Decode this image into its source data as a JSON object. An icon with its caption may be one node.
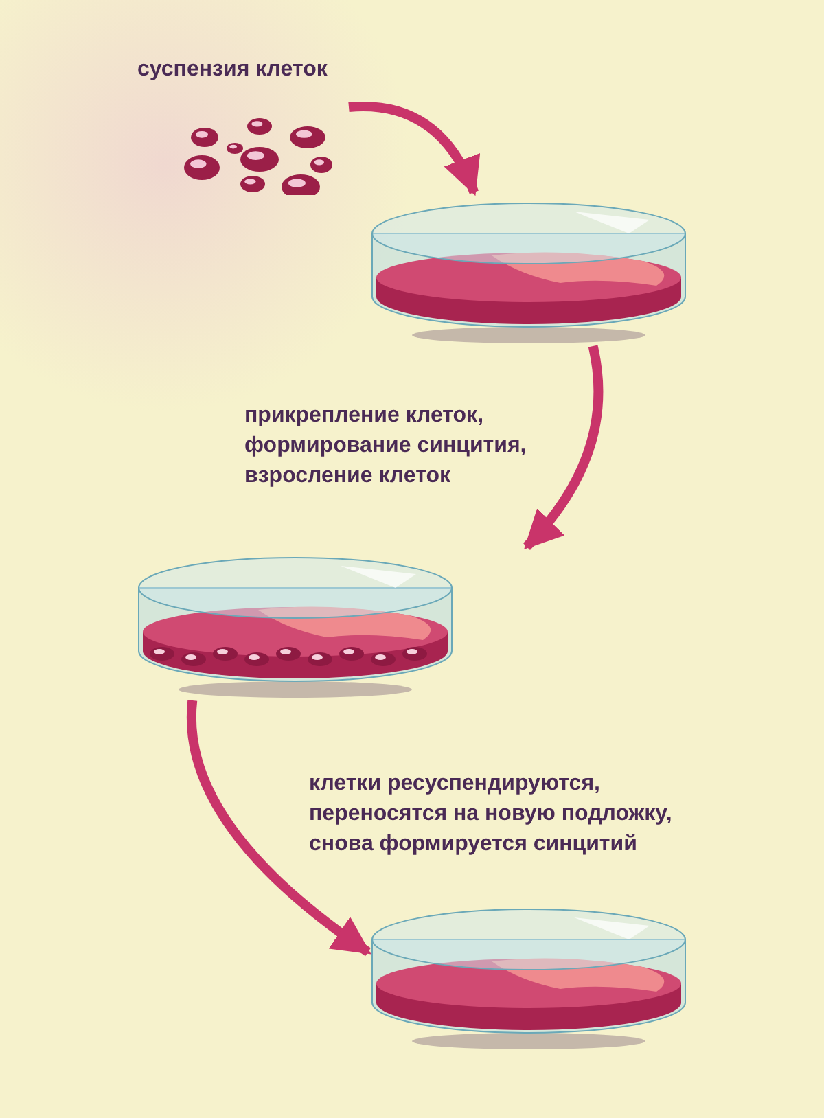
{
  "diagram": {
    "nodes": [
      {
        "text": [],
        "shape": "picture",
        "beside": [
          "суспензия клеток"
        ]
      },
      {
        "text": [],
        "shape": "picture"
      },
      {
        "text": [],
        "shape": "picture"
      },
      {
        "text": [],
        "shape": "picture"
      }
    ],
    "edges": [
      {
        "from": 0,
        "to": 1,
        "arrow": "to"
      },
      {
        "from": 1,
        "to": 2,
        "arrow": "to",
        "label": "прикрепление клеток, формирование синцития, взросление клеток"
      },
      {
        "from": 2,
        "to": 3,
        "arrow": "to",
        "label": "клетки ресуспендируются, переносятся на новую подложку, снова формируется синцитий"
      }
    ]
  }
}
